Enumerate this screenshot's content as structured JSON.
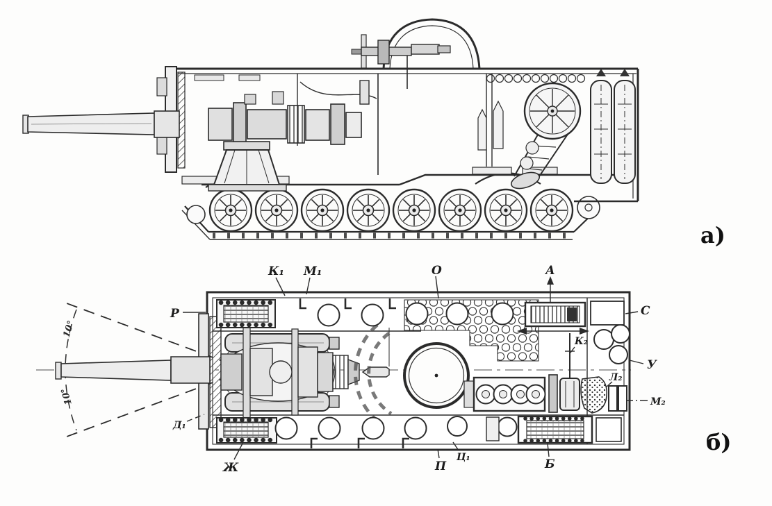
{
  "figure": {
    "ink_color": "#2b2b2b",
    "paper_color": "#fdfdfc",
    "views": {
      "side": {
        "label": "а)"
      },
      "plan": {
        "label": "б)"
      }
    },
    "plan_callouts": {
      "r": "Р",
      "k1": "К₁",
      "m1": "М₁",
      "o": "О",
      "a": "А",
      "s": "С",
      "k2": "К₂",
      "u": "У",
      "l2": "Л₂",
      "m2": "М₂",
      "b": "Б",
      "ts1": "Ц₁",
      "p": "П",
      "zh": "Ж",
      "d1": "Д₁"
    },
    "plan_angles": {
      "top": "10°",
      "bottom": "10°"
    }
  }
}
